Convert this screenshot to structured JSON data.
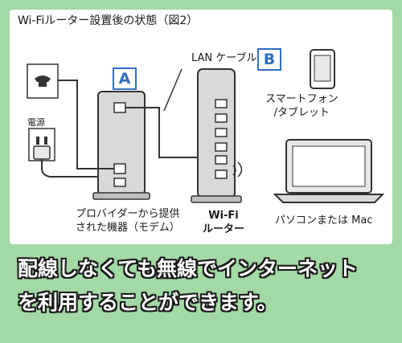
{
  "diagram": {
    "title": "Wi-Fiルーター設置後の状態（図2）",
    "label_a": "A",
    "label_b": "B",
    "lan_cable": "LAN ケーブル",
    "power": "電源",
    "smart_line1": "スマートフォン",
    "smart_line2": "/タブレット",
    "provider_line1": "プロバイダーから提供",
    "provider_line2": "された機器（モデム）",
    "wifi_line1": "Wi-Fi",
    "wifi_line2": "ルーター",
    "pc": "パソコンまたは Mac"
  },
  "caption": {
    "line1": "配線しなくても無線でインターネット",
    "line2": "を利用することができます。"
  },
  "colors": {
    "background": "#a3d9a5",
    "device_gray": "#d9d9d9",
    "badge_blue": "#2f6fc4",
    "line": "#333333"
  }
}
